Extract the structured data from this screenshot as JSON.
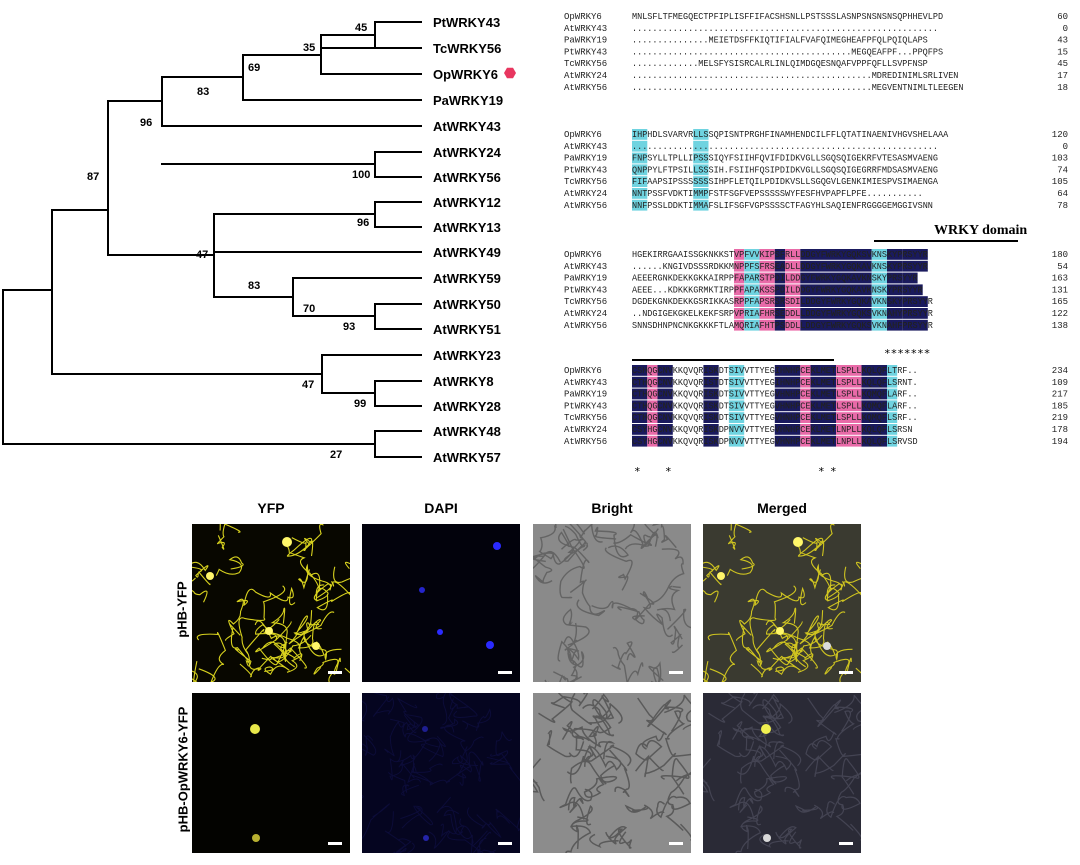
{
  "tree": {
    "leaves": [
      "PtWRKY43",
      "TcWRKY56",
      "OpWRKY6",
      "PaWRKY19",
      "AtWRKY43",
      "AtWRKY24",
      "AtWRKY56",
      "AtWRKY12",
      "AtWRKY13",
      "AtWRKY49",
      "AtWRKY59",
      "AtWRKY50",
      "AtWRKY51",
      "AtWRKY23",
      "AtWRKY8",
      "AtWRKY28",
      "AtWRKY48",
      "AtWRKY57"
    ],
    "bootstraps": [
      "45",
      "35",
      "69",
      "83",
      "96",
      "100",
      "96",
      "87",
      "47",
      "83",
      "70",
      "93",
      "47",
      "99",
      "27"
    ],
    "highlight_color": "#e8365f"
  },
  "alignment": {
    "names": [
      "OpWRKY6",
      "AtWRKY43",
      "PaWRKY19",
      "PtWRKY43",
      "TcWRKY56",
      "AtWRKY24",
      "AtWRKY56"
    ],
    "blocks": [
      {
        "seqs": [
          "MNLSFLTFMEGQECTPFIPLISFFIFACSHSNLLPSTSSSLASNPSNSNSNSQPHHEVLPD",
          "............................................................",
          "...............MEIETDSFFKIQTIFIALFVAFQIMEGHEAFPFQLPQIQLAPS",
          "...........................................MEGQEAFPF...PPQFPS",
          ".............MELSFYSISRCALRLINLQIMDGQESNQAFVPPFQFLLSVPFNSP",
          "...............................................MDREDINIMLSRLIVEN",
          "...............................................MEGVENTNIMLTLEEGEN"
        ],
        "nums": [
          "60",
          "0",
          "43",
          "15",
          "45",
          "17",
          "18"
        ]
      },
      {
        "seqs": [
          "IHPHDLSVARVRLLSSQPISNTPRGHFINAMHENDCILFFLQTATINAENIVHGVSHELAAA",
          "............................................................",
          "FNPSYLLTPLLIPSSSIQYFSIIHFQVIFDIDKVGLLSGQSQIGEKRFVTESASMVAENG",
          "QNPPYLFTPSILLSSSIH.FSIIHFQSIPDIDKVGLLSGQSQIGEGRRFMDSASMVAENG",
          "FIFAAPSIPSSSSSSSIHPFLETQILPDIDKVSLLSGQGVLGENKIMIESPVSIMAENGA",
          "NNTPSSFVDKTIMMPFSTFSGFVEPSSSSSWYFESFHVPAPFLPFE...........",
          "NNFPSSLDDKTIMMAFSLIFSGFVGPSSSSCTFAGYHLSAQIENFRGGGGEMGGIVSNN"
        ],
        "nums": [
          "120",
          "0",
          "103",
          "74",
          "105",
          "64",
          "78"
        ]
      },
      {
        "seqs": [
          "HGEKIRRGAAISSGKNKKSTVPFVVKIPSFRLLDDGYFWRKYGQKSVKNSKYPRSYYR",
          "......KNGIVDSSSRDKKMNPPFSFRSEADLLDDGYFWRKYGQKAVKNSKYPRSYYR",
          "AEEERGNKDEKKGKKAIRPPFAPARSTPDILDDGYFWRKYGQKAVKNSKYPRSYYR",
          "AEEE...KDKKKGRMKTIRPPFAPAKSSPDILDDGYFWRKYGQKAVKNSKYPRSYYR",
          "DGDEKGNKDEKKGSRIKKASRPPFAPSRSRSDILDDGYFWRKYGQKAVKNSKYPRSYYR",
          "..NDGIGEKGKELKEKFSRPVPRIAFHRSEDDLLDDGYFWRKYGQKSVKNAHYPRSYYR",
          "SNNSDHNPNCNKGKKKFTLAMQRIAFHTPSDDLLDDGYFWRKYGQKSVKNAHFPRSYYR"
        ],
        "nums": [
          "180",
          "54",
          "163",
          "131",
          "165",
          "122",
          "138"
        ]
      },
      {
        "seqs": [
          "CSHQGCNVKKQVQRISKDTSIVVTTYEGIHNHPCEKLMETLSPLLKQLQFLTRF..",
          "CTHQGCNVKKQVQRISTDTSIVVTTYEGIHNHPCEKLMETLSPLLKQLQFLSRNT.",
          "CTHQGCNVKKQVQRISKDTSIVVTTYEGVHNHPCEKLMETLSPLLKQMQFLARF..",
          "CTHQGCNVKKQVQRISKDTSIVVTTYEGVHNHPCEKLMETLSPLLKQMQFLARF..",
          "CTHQGCNVKKQVQRISKDTSIVVTTYEGVHNHPCEKLMETLSPLLKQMQFLSRF..",
          "CSYHGCNVKKQVQRISKDPNVVVTTYEGVHNHPCEKLMETLNPLLKQLQFLSRSN",
          "CSYHGCNVKKQVQRISKDPNVVVTTYEGVHNHPCEKLMETLNPLLKQLQFLSRVSD"
        ],
        "nums": [
          "234",
          "109",
          "217",
          "185",
          "219",
          "178",
          "194"
        ]
      }
    ],
    "domain_label": "WRKY domain",
    "motif_stars": "*******",
    "cys_stars": [
      "*",
      "*",
      "*",
      "*"
    ],
    "colors": {
      "identical": "#1a1a5e",
      "high": "#e86aa8",
      "medium": "#6fd3e0"
    }
  },
  "microscopy": {
    "columns": [
      "YFP",
      "DAPI",
      "Bright",
      "Merged"
    ],
    "rows": [
      "pHB-YFP",
      "pHB-OpWRKY6-YFP"
    ]
  }
}
